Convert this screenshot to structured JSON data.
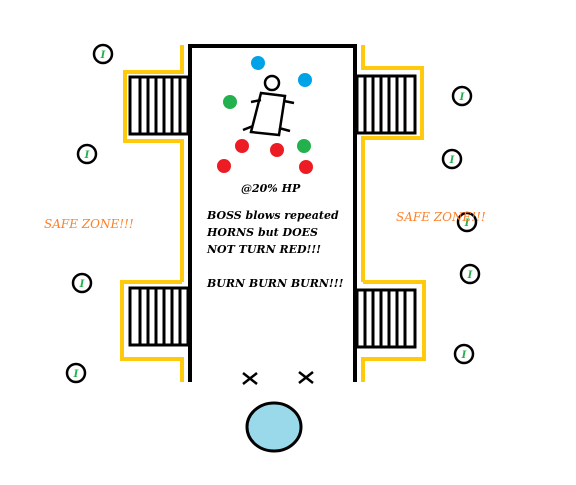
{
  "hp_text": "@20% HP",
  "notes": {
    "line1": "BOSS blows repeated",
    "line2": "HORNS but DOES",
    "line3": "NOT TURN RED!!!",
    "line4": "BURN BURN BURN!!!"
  },
  "safe_zone_left": "SAFE ZONE!!!",
  "safe_zone_right": "SAFE ZONE!!!",
  "player_marker_label": "I",
  "colors": {
    "wall": "#000000",
    "safe_border": "#ffc90e",
    "safe_text": "#ff7f27",
    "blue": "#00a2e8",
    "green": "#22b14c",
    "red": "#ed1c24",
    "pool": "#99d9ea",
    "marker_text": "#22b14c"
  }
}
